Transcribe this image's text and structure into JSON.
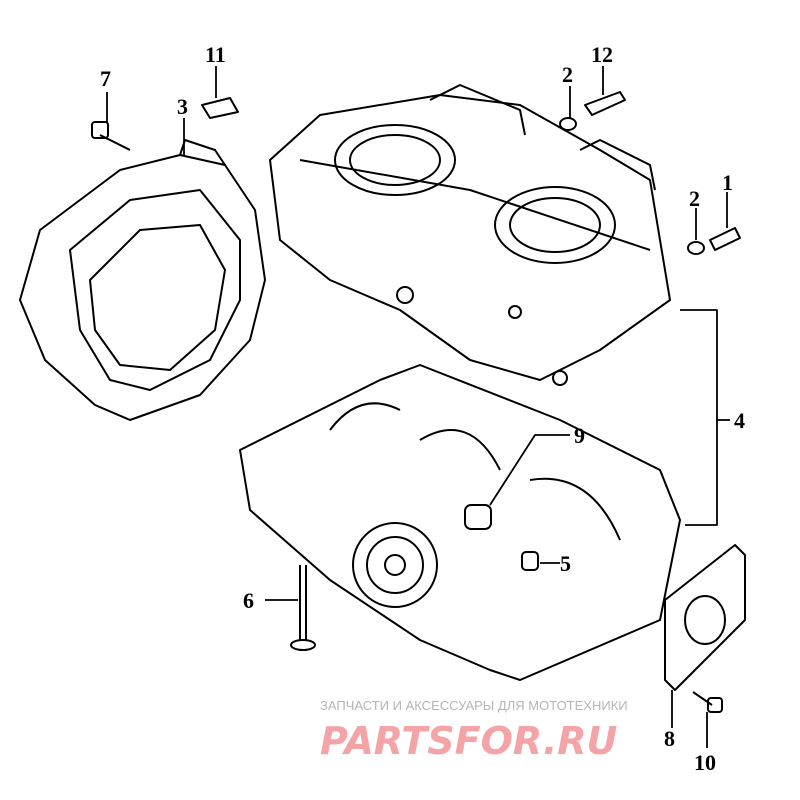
{
  "diagram": {
    "title": "Crankcase assembly exploded view",
    "callouts": [
      {
        "id": "1",
        "label": "1"
      },
      {
        "id": "2a",
        "label": "2"
      },
      {
        "id": "2b",
        "label": "2"
      },
      {
        "id": "3",
        "label": "3"
      },
      {
        "id": "4",
        "label": "4"
      },
      {
        "id": "5",
        "label": "5"
      },
      {
        "id": "6",
        "label": "6"
      },
      {
        "id": "7",
        "label": "7"
      },
      {
        "id": "8",
        "label": "8"
      },
      {
        "id": "9",
        "label": "9"
      },
      {
        "id": "10",
        "label": "10"
      },
      {
        "id": "11",
        "label": "11"
      },
      {
        "id": "12",
        "label": "12"
      }
    ]
  },
  "watermark": {
    "tagline": "ЗАПЧАСТИ И АКСЕССУАРЫ ДЛЯ МОТОТЕХНИКИ",
    "brand": "PARTSFOR.RU"
  }
}
